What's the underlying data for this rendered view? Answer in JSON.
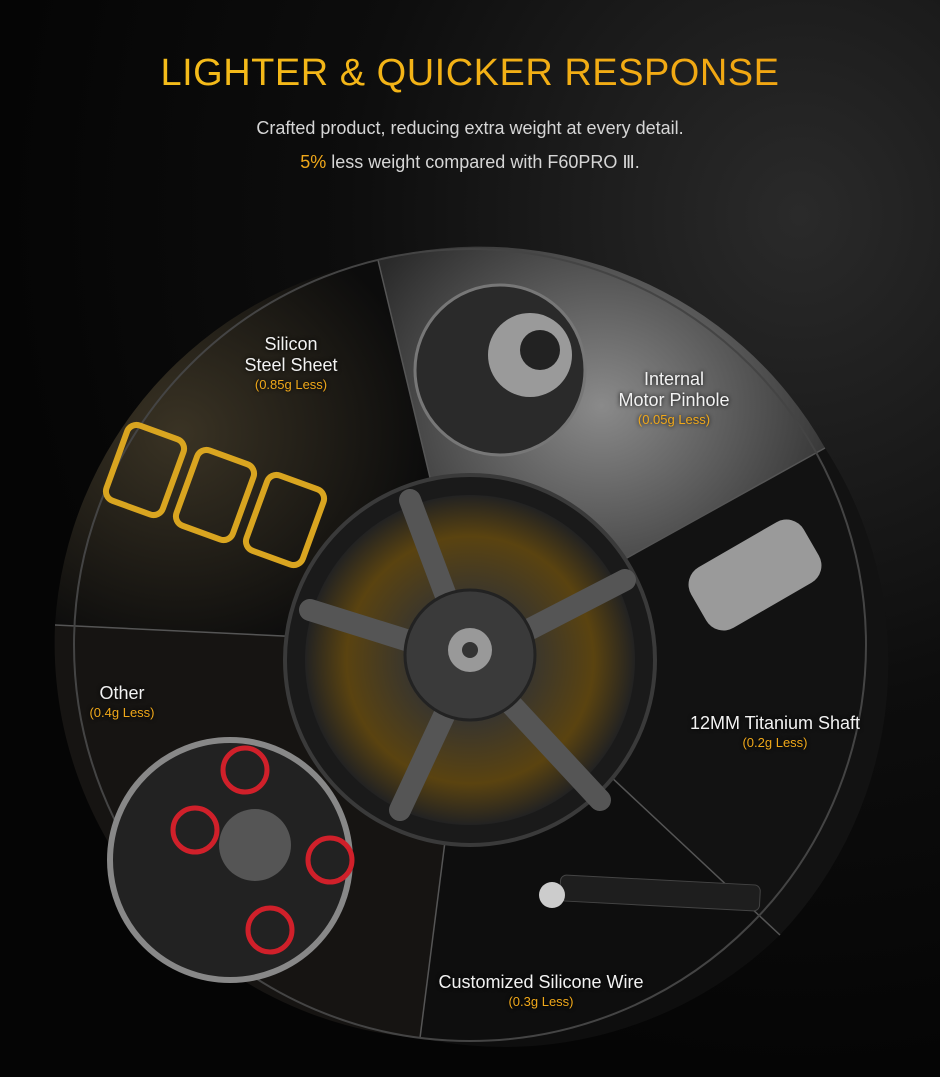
{
  "header": {
    "title": "LIGHTER & QUICKER RESPONSE",
    "line1": "Crafted product, reducing extra weight at every detail.",
    "line2_highlight": "5%",
    "line2_rest": " less weight compared with F60PRO Ⅲ."
  },
  "colors": {
    "accent": "#f0a81a",
    "background": "#050505"
  },
  "parts": [
    {
      "name_line1": "Silicon",
      "name_line2": "Steel Sheet",
      "weight": "(0.85g Less)"
    },
    {
      "name_line1": "Internal",
      "name_line2": "Motor Pinhole",
      "weight": "(0.05g Less)"
    },
    {
      "name_line1": "12MM Titanium Shaft",
      "weight": "(0.2g Less)"
    },
    {
      "name_line1": "Customized Silicone Wire",
      "weight": "(0.3g Less)"
    },
    {
      "name_line1": "Other",
      "weight": "(0.4g Less)"
    }
  ]
}
